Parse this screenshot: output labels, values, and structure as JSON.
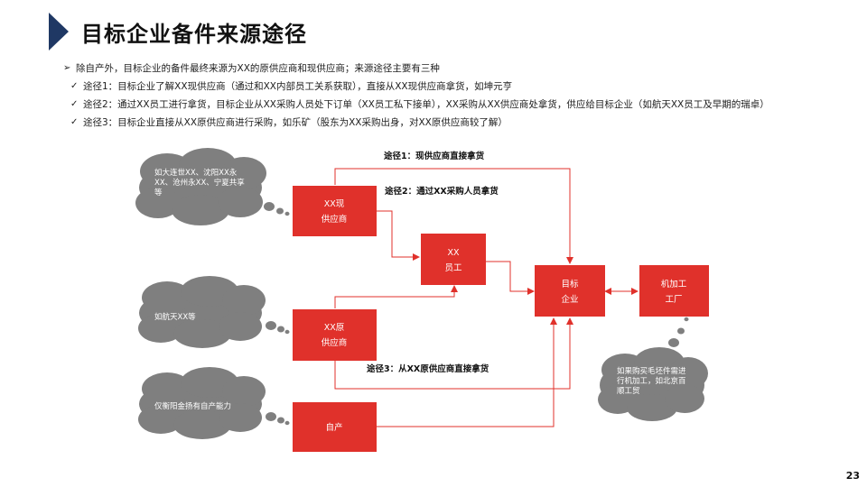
{
  "title": "目标企业备件来源途径",
  "intro": {
    "marker": "➢",
    "text": "除自产外，目标企业的备件最终来源为XX的原供应商和现供应商；来源途径主要有三种"
  },
  "routes": [
    {
      "marker": "✓",
      "text": "途径1：目标企业了解XX现供应商（通过和XX内部员工关系获取），直接从XX现供应商拿货，如坤元亨"
    },
    {
      "marker": "✓",
      "text": "途径2：通过XX员工进行拿货，目标企业从XX采购人员处下订单（XX员工私下接单），XX采购从XX供应商处拿货，供应给目标企业（如航天XX员工及早期的瑞卓）"
    },
    {
      "marker": "✓",
      "text": "途径3：目标企业直接从XX原供应商进行采购，如乐矿（股东为XX采购出身，对XX原供应商较了解）"
    }
  ],
  "nodes": {
    "current_supplier": [
      "XX现",
      "供应商"
    ],
    "employee": [
      "XX",
      "员工"
    ],
    "target": [
      "目标",
      "企业"
    ],
    "machining": [
      "机加工",
      "工厂"
    ],
    "original_supplier": [
      "XX原",
      "供应商"
    ],
    "self_production": [
      "自产"
    ]
  },
  "edge_labels": {
    "route1": "途径1：现供应商直接拿货",
    "route2": "途径2：通过XX采购人员拿货",
    "route3": "途径3：从XX原供应商直接拿货"
  },
  "clouds": {
    "current_examples": [
      "如大连世XX、沈阳XX永",
      "XX、沧州永XX、宁夏共享",
      "等"
    ],
    "original_examples": [
      "如航天XX等"
    ],
    "self_examples": [
      "仅衡阳金扬有自产能力"
    ],
    "machining_examples": [
      "如果购买毛坯件需进",
      "行机加工，如北京百",
      "顺工贸"
    ]
  },
  "colors": {
    "node_fill": "#e0312b",
    "arrow": "#e0312b",
    "cloud": "#7f7f7f",
    "title_mark": "#1f3864"
  },
  "page_number": "23"
}
